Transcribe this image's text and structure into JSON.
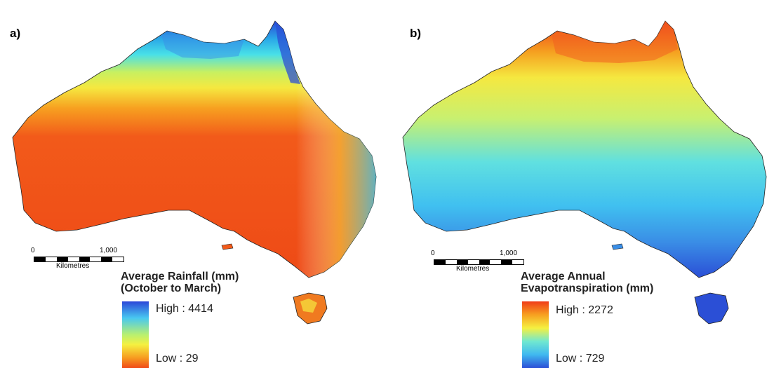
{
  "panels": [
    {
      "label": "a)",
      "legend_title_line1": "Average Rainfall (mm)",
      "legend_title_line2": "(October to March)",
      "legend_high": "High : 4414",
      "legend_low": "Low : 29",
      "high_color": "#2b4fd6",
      "low_color": "#f04a18"
    },
    {
      "label": "b)",
      "legend_title_line1": "Average Annual",
      "legend_title_line2": "Evapotranspiration (mm)",
      "legend_high": "High : 2272",
      "legend_low": "Low : 729",
      "high_color": "#f03c18",
      "low_color": "#2b4fd6"
    }
  ],
  "scale_bar": {
    "start": "0",
    "end": "1,000",
    "unit": "Kilometres"
  }
}
